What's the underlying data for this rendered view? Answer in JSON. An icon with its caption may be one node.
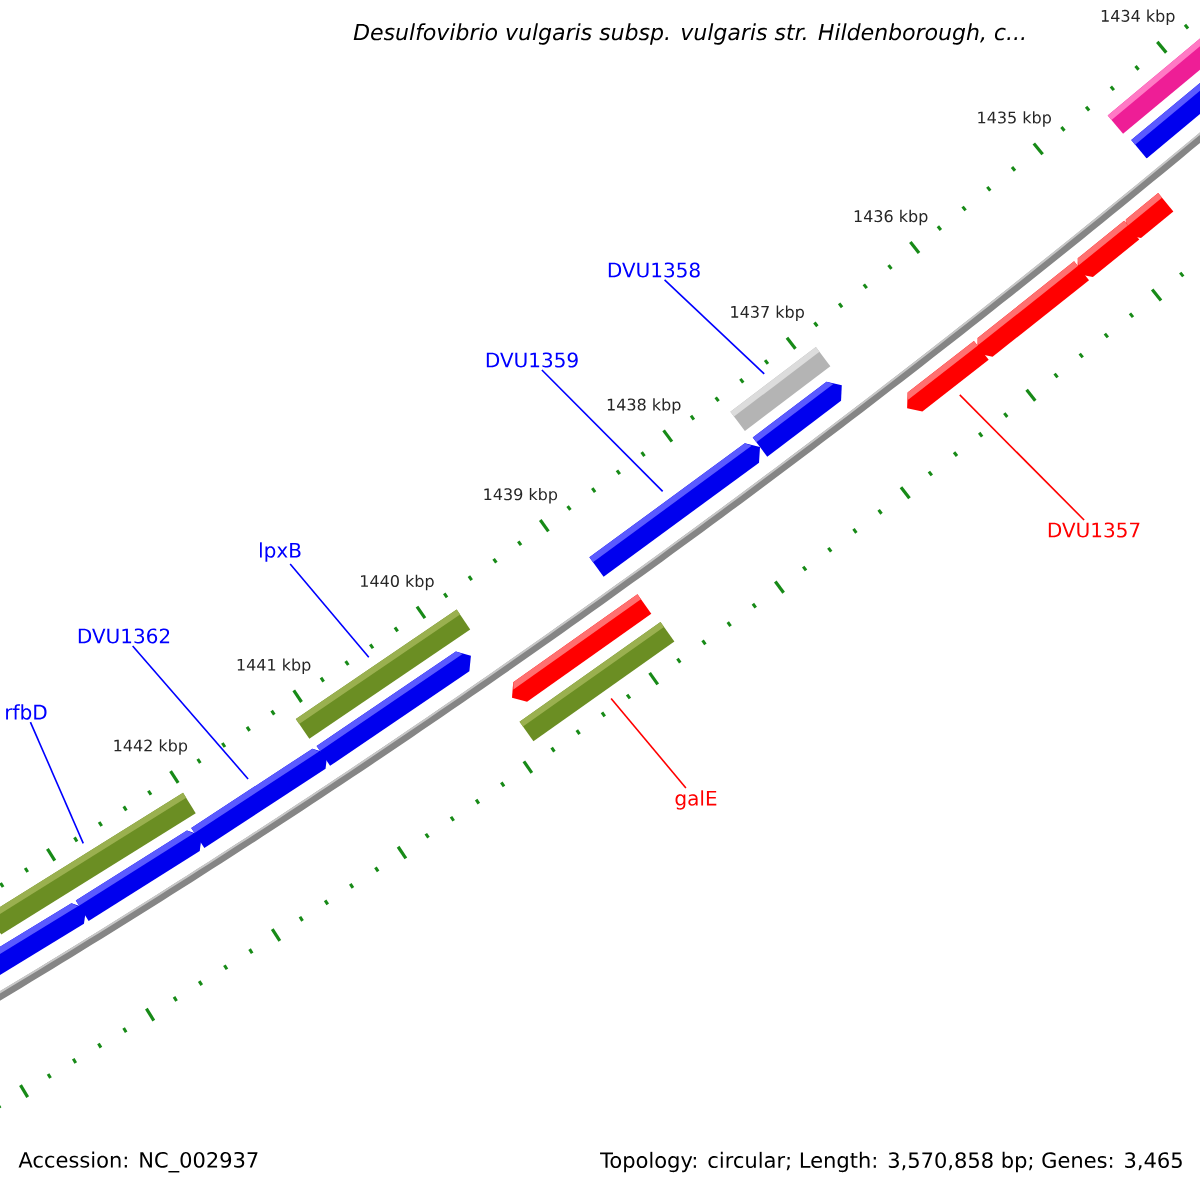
{
  "diagram": {
    "title": "Desulfovibrio vulgaris subsp. vulgaris str. Hildenborough, c...",
    "nodes": [
      {
        "text": [
          "DVU1358"
        ]
      },
      {
        "text": [
          "DVU1359"
        ]
      },
      {
        "text": [
          "lpxB"
        ]
      },
      {
        "text": [
          "DVU1362"
        ]
      },
      {
        "text": [
          "rfbD"
        ]
      },
      {
        "text": [
          "galE"
        ]
      },
      {
        "text": [
          "DVU1357"
        ]
      },
      {
        "text": [],
        "shape": "bar"
      },
      {
        "text": [],
        "shape": "bar"
      },
      {
        "text": [],
        "shape": "bar"
      },
      {
        "text": [],
        "shape": "bar"
      },
      {
        "text": [],
        "shape": "bar"
      },
      {
        "text": [],
        "shape": "bar"
      },
      {
        "text": [],
        "shape": "bar"
      },
      {
        "text": [],
        "shape": "bar"
      },
      {
        "text": [],
        "shape": "bar"
      },
      {
        "text": [],
        "shape": "bar"
      },
      {
        "text": [],
        "shape": "bar"
      },
      {
        "text": [],
        "shape": "bar"
      },
      {
        "text": [],
        "shape": "bar"
      },
      {
        "text": [],
        "shape": "bar"
      },
      {
        "text": [],
        "shape": "bar"
      },
      {
        "text": [],
        "shape": "bar"
      },
      {
        "text": [],
        "shape": "bar"
      }
    ],
    "edges": [
      {
        "from": 0,
        "to": 13,
        "arrow": "none"
      },
      {
        "from": 1,
        "to": 15,
        "arrow": "none"
      },
      {
        "from": 2,
        "to": 17,
        "arrow": "none"
      },
      {
        "from": 3,
        "to": 20,
        "arrow": "none"
      },
      {
        "from": 4,
        "to": 21,
        "arrow": "none"
      },
      {
        "from": 5,
        "to": 18,
        "arrow": "none",
        "color": "#ff0000"
      },
      {
        "from": 6,
        "to": 12,
        "arrow": "none",
        "color": "#ff0000"
      }
    ],
    "labels": [
      "1434 kbp",
      "1435 kbp",
      "1436 kbp",
      "1437 kbp",
      "1438 kbp",
      "1439 kbp",
      "1440 kbp",
      "1441 kbp",
      "1442 kbp",
      "Accession: NC_002937",
      "Topology: circular; Length: 3,570,858 bp; Genes: 3,465"
    ]
  }
}
